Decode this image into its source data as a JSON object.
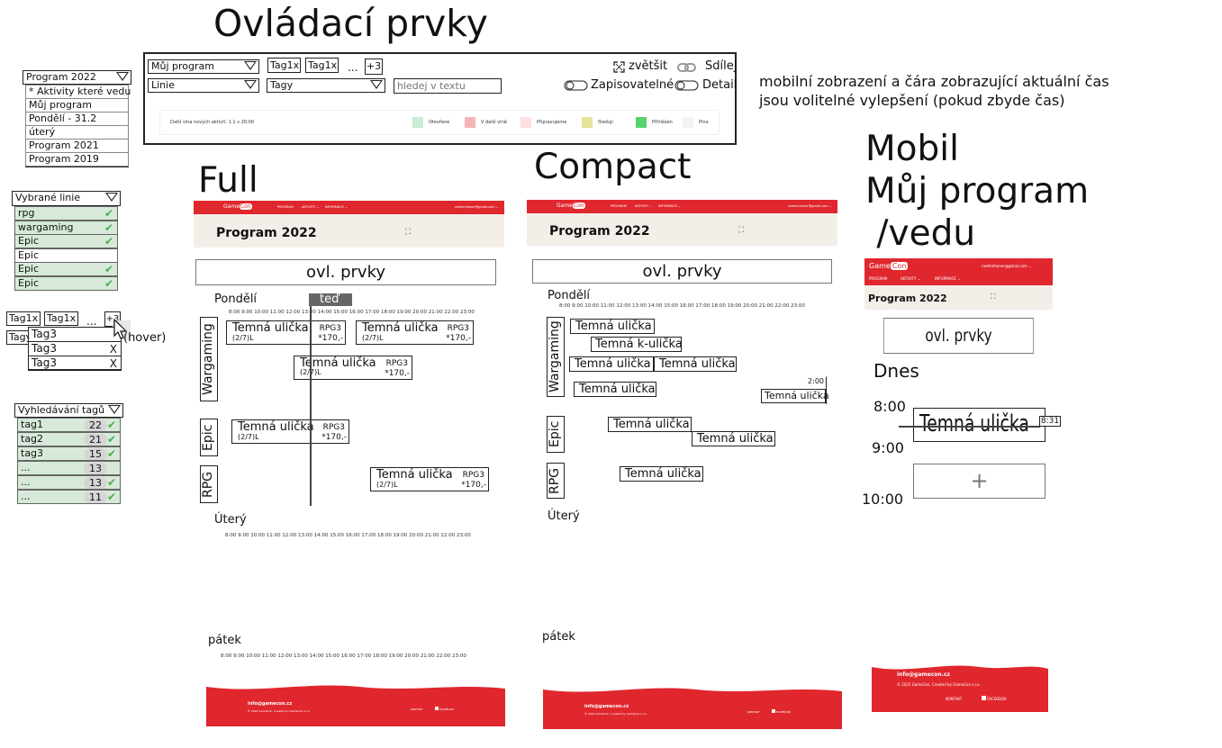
{
  "headings": {
    "controls": "Ovládací prvky",
    "full": "Full",
    "compact": "Compact",
    "mobile": "Mobil\nMůj program\n /vedu"
  },
  "note": "mobilní zobrazení a čára zobrazující aktuální čas\njsou volitelné vylepšení (pokud zbyde čas)",
  "program_dropdown": {
    "selected": "Program 2022",
    "options": [
      "* Aktivity které vedu",
      "Můj program",
      "Pondělí - 31.2",
      "úterý",
      "Program 2021",
      "Program 2019"
    ]
  },
  "lines_dropdown": {
    "selected": "Vybrané linie",
    "items": [
      {
        "label": "rpg",
        "checked": true
      },
      {
        "label": "wargaming",
        "checked": true
      },
      {
        "label": "Epic",
        "checked": true
      },
      {
        "label": "Epic",
        "checked": false
      },
      {
        "label": "Epic",
        "checked": true
      },
      {
        "label": "Epic",
        "checked": true
      }
    ]
  },
  "tags_popup": {
    "tags": [
      "Tag1x",
      "Tag1x"
    ],
    "ellipsis": "...",
    "more": "+3",
    "tagy_stub": "Tagy",
    "items": [
      "Tag3",
      "Tag3",
      "Tag3"
    ],
    "remove": "X",
    "hover": "(hover)"
  },
  "tag_search": {
    "selected": "Vyhledávání tagů",
    "items": [
      {
        "label": "tag1",
        "count": "22",
        "checked": true
      },
      {
        "label": "tag2",
        "count": "21",
        "checked": true
      },
      {
        "label": "tag3",
        "count": "15",
        "checked": true
      },
      {
        "label": "...",
        "count": "13",
        "checked": false
      },
      {
        "label": "...",
        "count": "13",
        "checked": true
      },
      {
        "label": "...",
        "count": "11",
        "checked": true
      }
    ]
  },
  "controls": {
    "my_program": "Můj program",
    "lines": "Linie",
    "tags": "Tagy",
    "tag1": "Tag1x",
    "tag2": "Tag1x",
    "ellipsis": "...",
    "more": "+3",
    "search_placeholder": "hledej v textu",
    "enlarge": "zvětšit",
    "share": "Sdílej",
    "writable": "Zapisovatelné",
    "detail": "Detail",
    "info": "Další vlna nových aktivit: 1.1 v 20:00",
    "legend": [
      {
        "label": "Otevřené",
        "color": "#c9ecd2"
      },
      {
        "label": "V další vlně",
        "color": "#f5b5b8"
      },
      {
        "label": "Připravujeme",
        "color": "#fde0df"
      },
      {
        "label": "Sleduji",
        "color": "#e4e49a"
      },
      {
        "label": "Přihlášen",
        "color": "#59d36b"
      },
      {
        "label": "Plno",
        "color": "#f4f4f4"
      }
    ]
  },
  "site": {
    "logo_a": "Game",
    "logo_b": "Con",
    "nav": [
      "PROGRAM",
      "AKTIVITY ⌄",
      "INFORMACE ⌄"
    ],
    "email": "cwehmhoner@gmail.com ⌄",
    "title": "Program 2022",
    "footer_email": "info@gamecon.cz",
    "footer_copy": "© 2022 GameCon, Created by GameCon s.r.o.",
    "footer_contact": "KONTAKT",
    "footer_fb": "FACEBOOK"
  },
  "full": {
    "controls": "ovl. prvky",
    "monday": "Pondělí",
    "now": "teď",
    "tuesday": "Úterý",
    "friday": "pátek",
    "hours": "8:00  9:00  10:00  11:00  12:00  13:00  14:00  15:00  16:00  17:00  18:00  19:00  20:00  21:00  22:00  23:00",
    "lines": [
      "Wargaming",
      "Epic",
      "RPG"
    ],
    "activity": {
      "name": "Temná ulička",
      "cap": "(2/7)L",
      "tag": "RPG3",
      "price": "*170,-"
    }
  },
  "compact": {
    "controls": "ovl. prvky",
    "monday": "Pondělí",
    "tuesday": "Úterý",
    "friday": "pátek",
    "hours": "8:00  9:00  10:00  11:00  12:00  13:00  14:00  15:00  16:00  17:00  18:00  19:00  20:00  21:00  22:00  23:00",
    "lines": [
      "Wargaming",
      "Epic",
      "RPG"
    ],
    "activity": "Temná ulička",
    "activity_k": "Temná k-ulička",
    "time_label": "2:00"
  },
  "mobile": {
    "controls": "ovl. prvky",
    "today": "Dnes",
    "t8": "8:00",
    "t9": "9:00",
    "t10": "10:00",
    "activity": "Temná ulička",
    "now_time": "8:31",
    "add": "+"
  }
}
